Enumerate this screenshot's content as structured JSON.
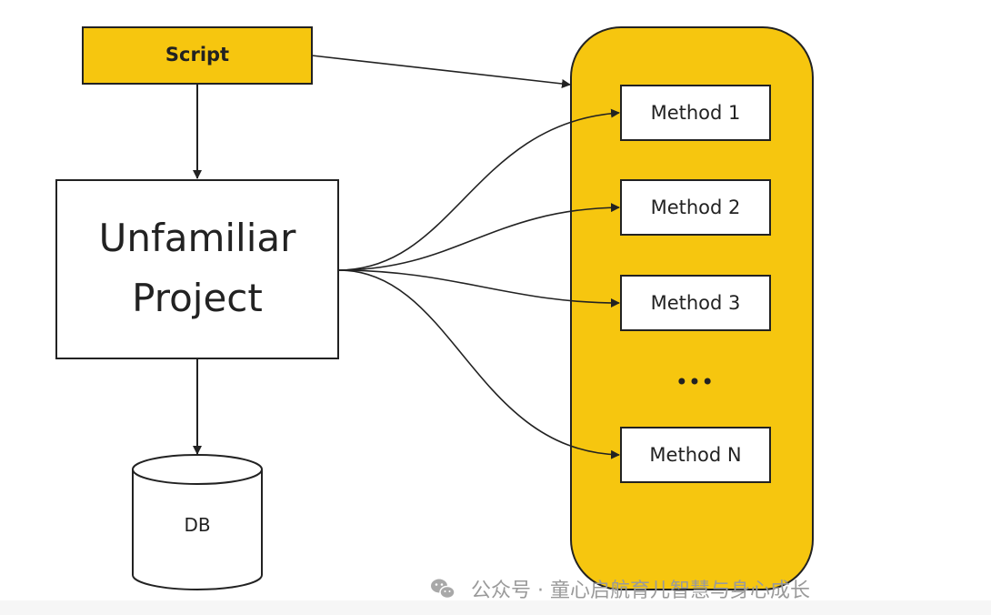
{
  "colors": {
    "accent": "#F6C60F",
    "stroke": "#222222",
    "box_fill": "#FFFFFF"
  },
  "nodes": {
    "script": "Script",
    "project_line1": "Unfamiliar",
    "project_line2": "Project",
    "db": "DB",
    "methods": [
      "Method 1",
      "Method 2",
      "Method 3",
      "Method N"
    ],
    "ellipsis": "•••"
  },
  "watermark": {
    "icon": "wechat-icon",
    "text": "公众号 · 童心启航育儿智慧与身心成长"
  }
}
